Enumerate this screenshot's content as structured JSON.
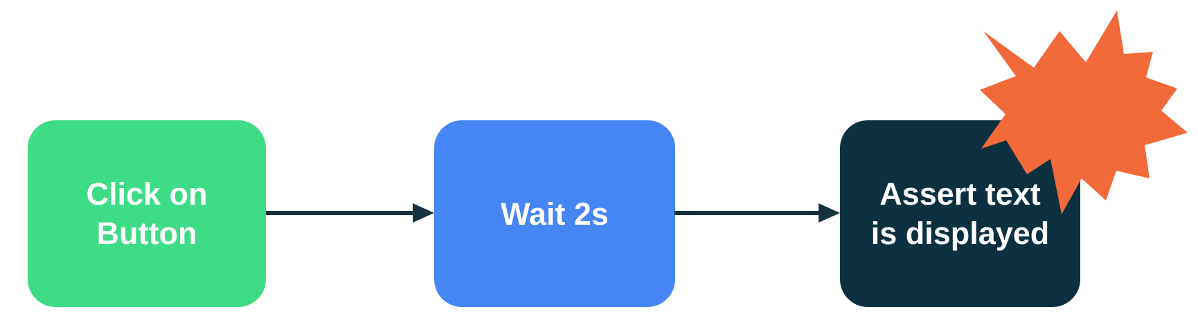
{
  "diagram": {
    "type": "flowchart",
    "background_color": "#FFFFFF",
    "text_color": "#FFFFFF",
    "nodes": [
      {
        "id": "step-1",
        "label": "Click on Button",
        "lines": [
          "Click on",
          "Button"
        ],
        "color": "#3EDC86",
        "shape": "rounded-rectangle"
      },
      {
        "id": "step-2",
        "label": "Wait 2s",
        "lines": [
          "Wait 2s"
        ],
        "color": "#4585F4",
        "shape": "rounded-rectangle"
      },
      {
        "id": "step-3",
        "label": "Assert text is displayed",
        "lines": [
          "Assert text",
          "is displayed"
        ],
        "color": "#0D3040",
        "shape": "rounded-rectangle"
      }
    ],
    "connectors": [
      {
        "from": "step-1",
        "to": "step-2",
        "style": "arrow-right",
        "color": "#15313E"
      },
      {
        "from": "step-2",
        "to": "step-3",
        "style": "arrow-right",
        "color": "#15313E"
      }
    ],
    "burst": {
      "meaning": "explosion-highlight",
      "color": "#F2693A"
    }
  }
}
